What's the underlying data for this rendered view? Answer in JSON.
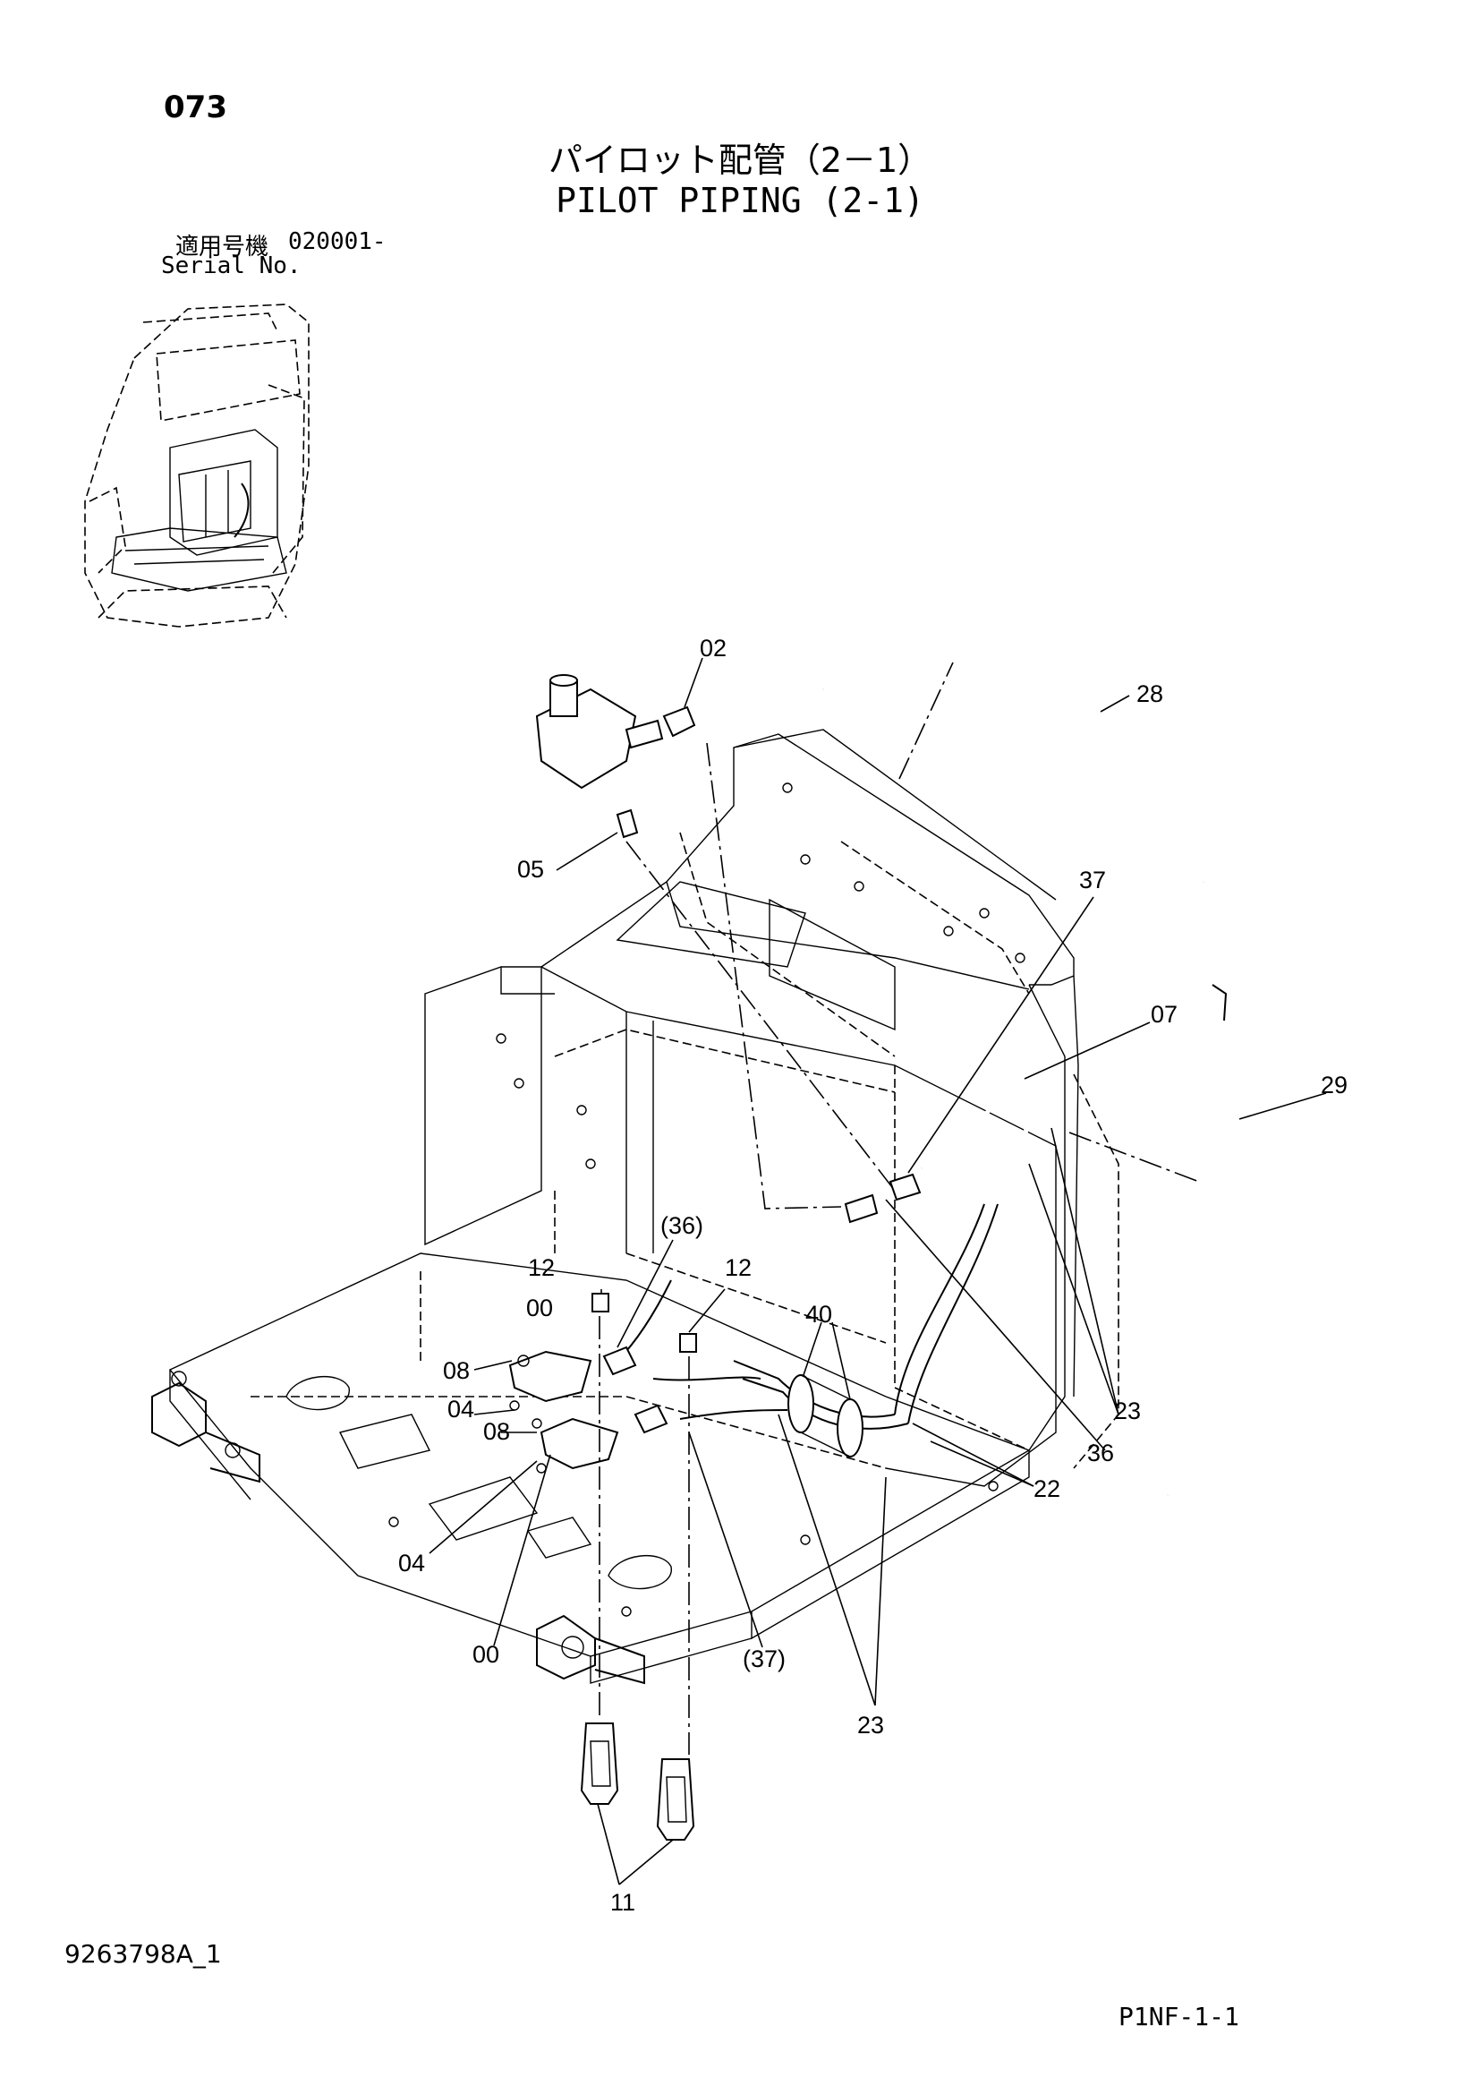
{
  "header": {
    "page_number": "073",
    "title_ja": "パイロット配管（2－1）",
    "title_en": "PILOT PIPING (2-1)",
    "serial_label_ja": "適用号機",
    "serial_value": "020001-",
    "serial_label_en": "Serial No."
  },
  "callouts": {
    "c02": "02",
    "c28": "28",
    "c05": "05",
    "c37": "37",
    "c07": "07",
    "c29": "29",
    "c36p": "(36)",
    "c12a": "12",
    "c12b": "12",
    "c00a": "00",
    "c40": "40",
    "c08a": "08",
    "c04a": "04",
    "c08b": "08",
    "c23a": "23",
    "c36": "36",
    "c22": "22",
    "c04b": "04",
    "c00b": "00",
    "c37p": "(37)",
    "c23b": "23",
    "c11": "11"
  },
  "footer": {
    "drawing_number": "9263798A_1",
    "page_code": "P1NF-1-1"
  }
}
